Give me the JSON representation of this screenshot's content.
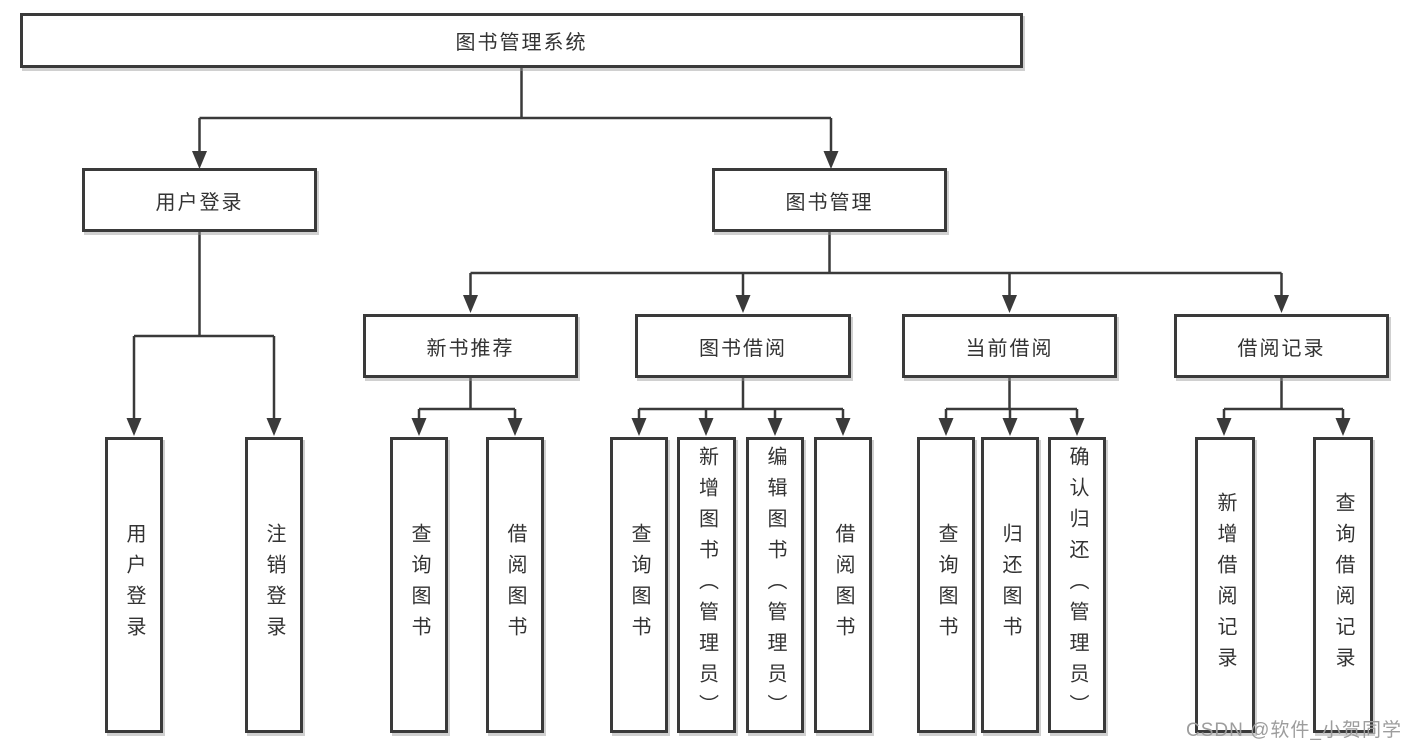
{
  "diagram": {
    "type": "tree",
    "root": {
      "label": "图书管理系统"
    },
    "level1": [
      {
        "label": "用户登录",
        "parent": "图书管理系统"
      },
      {
        "label": "图书管理",
        "parent": "图书管理系统"
      }
    ],
    "level2": [
      {
        "label": "新书推荐",
        "parent": "图书管理"
      },
      {
        "label": "图书借阅",
        "parent": "图书管理"
      },
      {
        "label": "当前借阅",
        "parent": "图书管理"
      },
      {
        "label": "借阅记录",
        "parent": "图书管理"
      }
    ],
    "leaves": [
      {
        "label": "用户登录",
        "parent": "用户登录"
      },
      {
        "label": "注销登录",
        "parent": "用户登录"
      },
      {
        "label": "查询图书",
        "parent": "新书推荐"
      },
      {
        "label": "借阅图书",
        "parent": "新书推荐"
      },
      {
        "label": "查询图书",
        "parent": "图书借阅"
      },
      {
        "label": "新增图书（管理员）",
        "parent": "图书借阅"
      },
      {
        "label": "编辑图书（管理员）",
        "parent": "图书借阅"
      },
      {
        "label": "借阅图书",
        "parent": "图书借阅"
      },
      {
        "label": "查询图书",
        "parent": "当前借阅"
      },
      {
        "label": "归还图书",
        "parent": "当前借阅"
      },
      {
        "label": "确认归还（管理员）",
        "parent": "当前借阅"
      },
      {
        "label": "新增借阅记录",
        "parent": "借阅记录"
      },
      {
        "label": "查询借阅记录",
        "parent": "借阅记录"
      }
    ],
    "watermark": "CSDN @软件_小贺同学",
    "colors": {
      "line": "#3a3a3a",
      "box_border": "#3a3a3a",
      "text": "#333333",
      "watermark": "#9d9d9d",
      "background": "#ffffff"
    }
  }
}
